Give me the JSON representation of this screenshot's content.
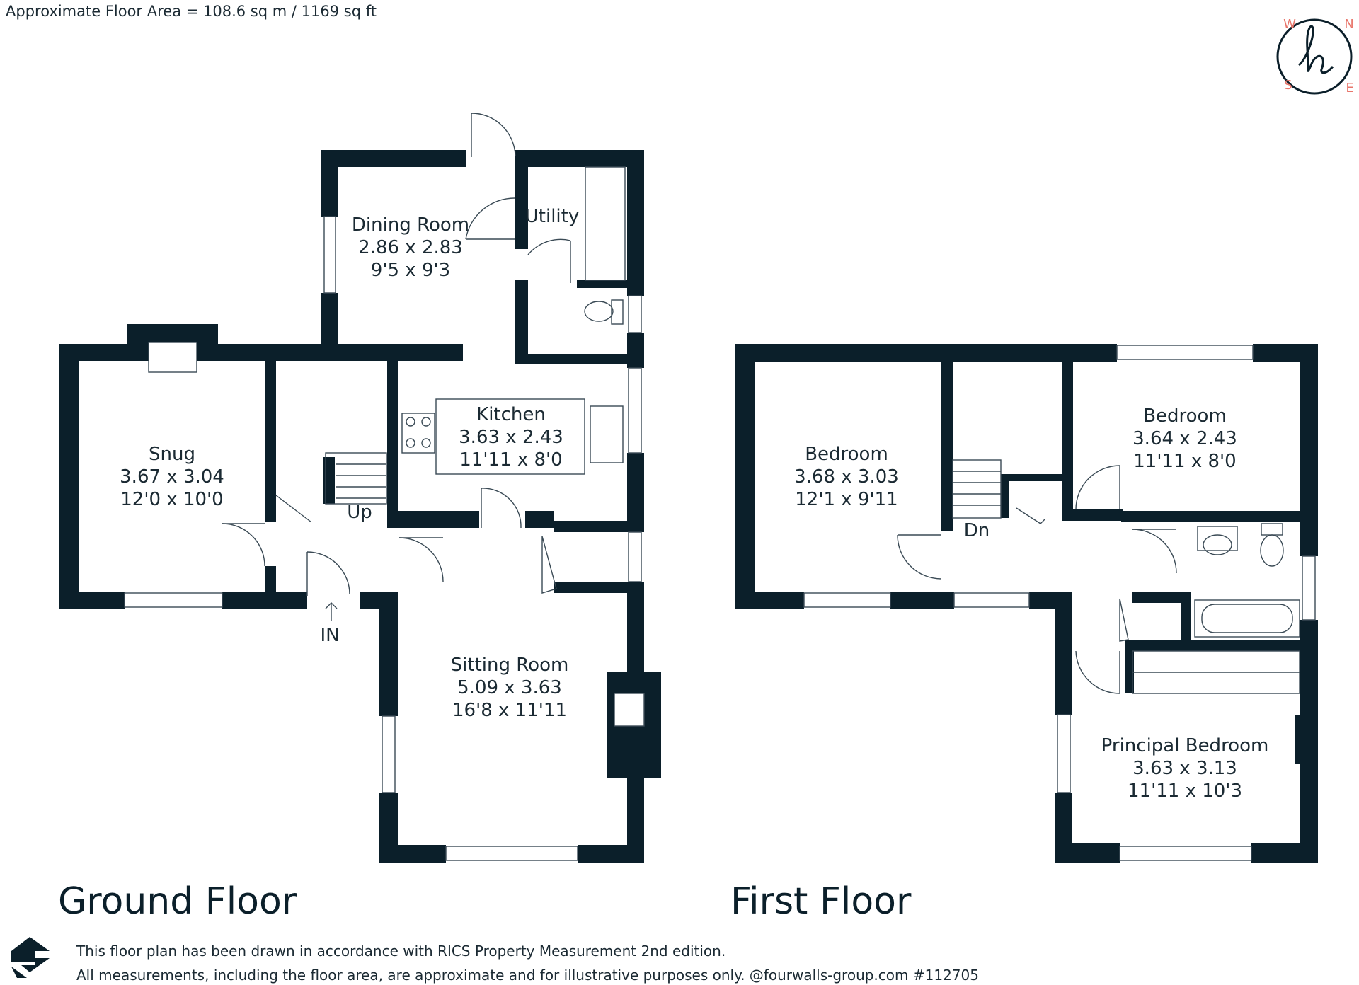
{
  "header": {
    "floor_area": "Approximate Floor Area = 108.6 sq m / 1169 sq ft"
  },
  "compass": {
    "icon": "compass-logo-icon",
    "n": "N",
    "s": "S",
    "e": "E",
    "w": "W",
    "accent": "#e8756a"
  },
  "ground_floor": {
    "title": "Ground Floor",
    "entrance": "IN",
    "stairs": "Up",
    "rooms": {
      "dining": {
        "name": "Dining Room",
        "metric": "2.86 x 2.83",
        "imperial": "9'5 x 9'3"
      },
      "utility": {
        "name": "Utility"
      },
      "snug": {
        "name": "Snug",
        "metric": "3.67 x 3.04",
        "imperial": "12'0 x 10'0"
      },
      "kitchen": {
        "name": "Kitchen",
        "metric": "3.63 x 2.43",
        "imperial": "11'11 x 8'0"
      },
      "sitting": {
        "name": "Sitting Room",
        "metric": "5.09 x 3.63",
        "imperial": "16'8 x 11'11"
      }
    }
  },
  "first_floor": {
    "title": "First Floor",
    "stairs": "Dn",
    "rooms": {
      "bedroom_left": {
        "name": "Bedroom",
        "metric": "3.68 x 3.03",
        "imperial": "12'1 x 9'11"
      },
      "bedroom_right": {
        "name": "Bedroom",
        "metric": "3.64 x 2.43",
        "imperial": "11'11 x 8'0"
      },
      "principal": {
        "name": "Principal Bedroom",
        "metric": "3.63 x 3.13",
        "imperial": "11'11 x 10'3"
      }
    }
  },
  "footer": {
    "line1": "This floor plan has been drawn in accordance with RICS Property Measurement 2nd edition.",
    "line2": "All measurements, including the floor area, are approximate and for illustrative purposes only. @fourwalls-group.com #112705",
    "logo_icon": "fourwalls-logo-icon"
  },
  "colors": {
    "wall": "#0b1f2a",
    "accent": "#e8756a"
  }
}
